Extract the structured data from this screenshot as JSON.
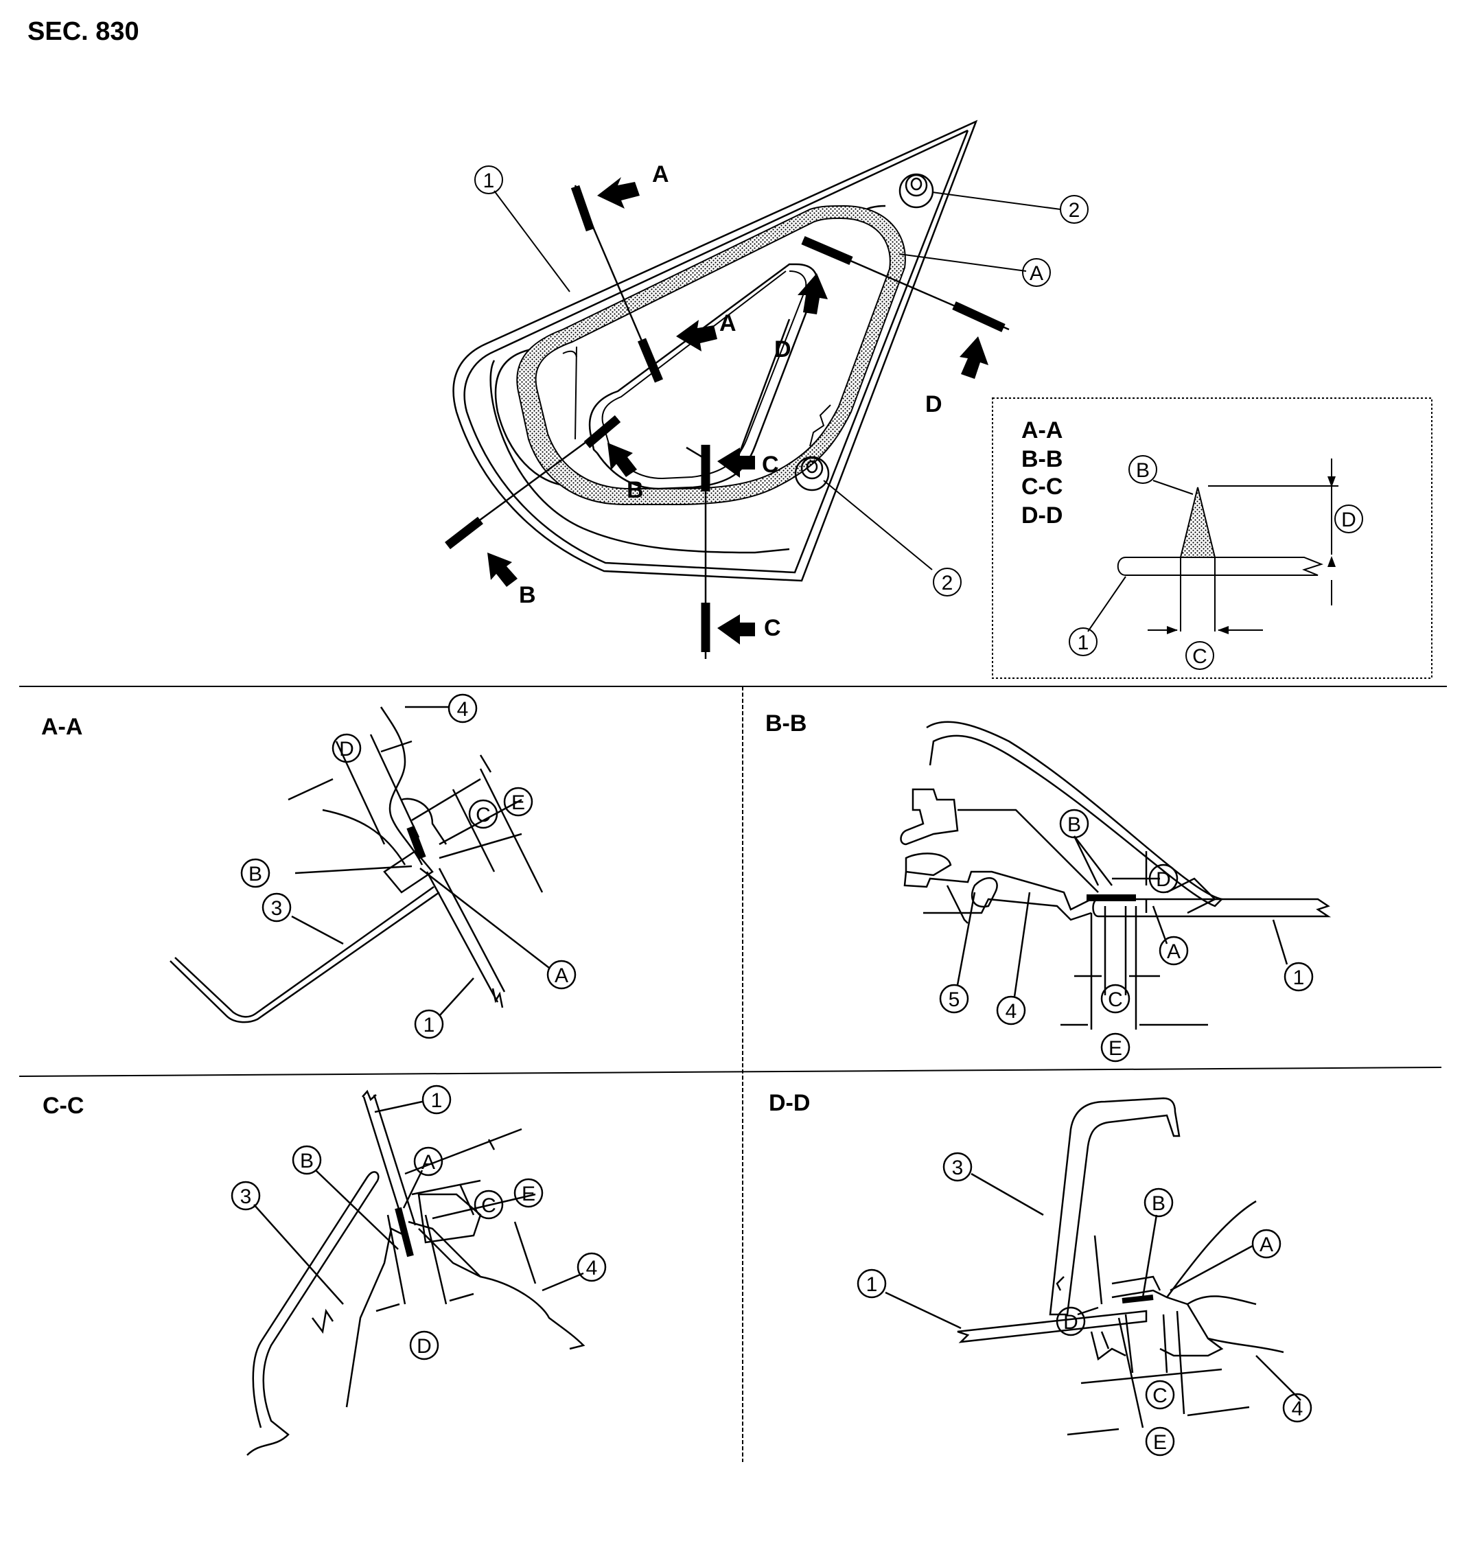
{
  "header": {
    "section": "SEC. 830"
  },
  "main_view": {
    "callouts": [
      "1",
      "2",
      "2",
      "A"
    ],
    "cut_labels": [
      "A",
      "A",
      "B",
      "B",
      "C",
      "C",
      "D",
      "D"
    ]
  },
  "inset": {
    "section_list": [
      "A-A",
      "B-B",
      "C-C",
      "D-D"
    ],
    "callouts": [
      "B",
      "D",
      "1",
      "C"
    ]
  },
  "sections": {
    "aa": {
      "title": "A-A",
      "callouts": [
        "4",
        "D",
        "E",
        "C",
        "B",
        "3",
        "A",
        "1"
      ]
    },
    "bb": {
      "title": "B-B",
      "callouts": [
        "B",
        "D",
        "A",
        "1",
        "C",
        "5",
        "4",
        "E"
      ]
    },
    "cc": {
      "title": "C-C",
      "callouts": [
        "1",
        "B",
        "A",
        "E",
        "C",
        "3",
        "4",
        "D"
      ]
    },
    "dd": {
      "title": "D-D",
      "callouts": [
        "3",
        "B",
        "A",
        "1",
        "D",
        "C",
        "4",
        "E"
      ]
    }
  }
}
